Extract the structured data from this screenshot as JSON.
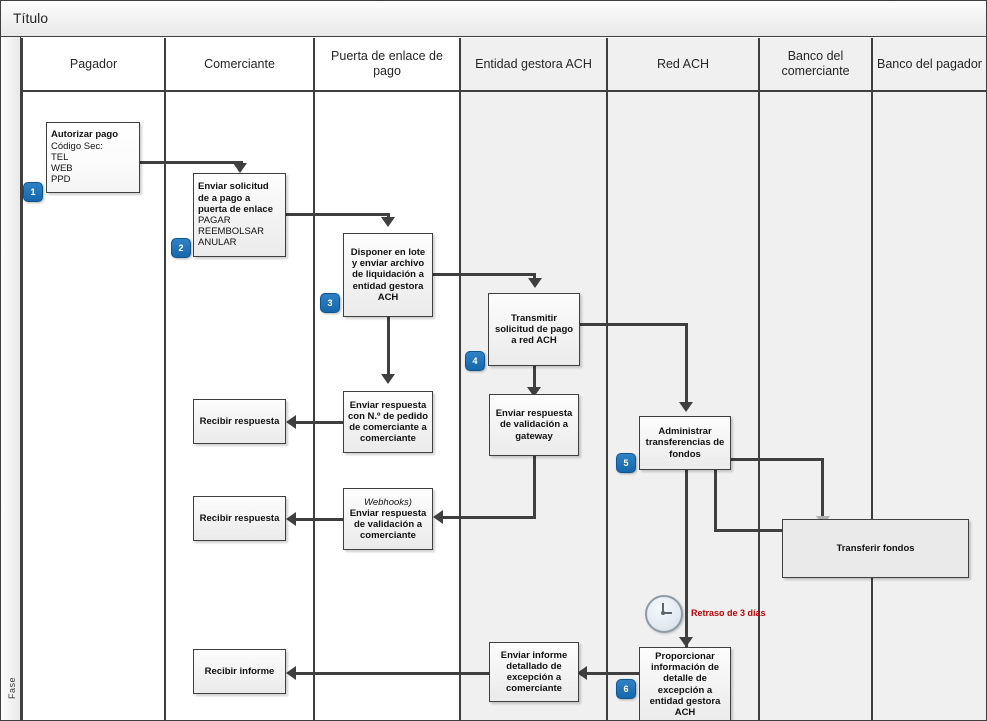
{
  "title": "Título",
  "phase_label": "Fase",
  "colors": {
    "accent": "#1668ac",
    "delay": "#c00000",
    "lane_shade": "#f0f0f0",
    "line": "#3f3f3f"
  },
  "lanes": [
    {
      "id": "pagador",
      "label": "Pagador",
      "shaded": false
    },
    {
      "id": "comerciante",
      "label": "Comerciante",
      "shaded": false
    },
    {
      "id": "puerta-enlace",
      "label": "Puerta de enlace de pago",
      "shaded": false
    },
    {
      "id": "entidad-gestora",
      "label": "Entidad gestora ACH",
      "shaded": true
    },
    {
      "id": "red-ach",
      "label": "Red ACH",
      "shaded": true
    },
    {
      "id": "banco-comerciante",
      "label": "Banco del comerciante",
      "shaded": true
    },
    {
      "id": "banco-pagador",
      "label": "Banco del pagador",
      "shaded": true
    }
  ],
  "nodes": {
    "n1": {
      "title": "Autorizar pago",
      "sub": "Código Sec:",
      "lines": [
        "TEL",
        "WEB",
        "PPD"
      ],
      "badge": "1"
    },
    "n2": {
      "title": "Enviar solicitud de a pago a puerta de enlace",
      "lines": [
        "PAGAR",
        "REEMBOLSAR",
        "ANULAR"
      ],
      "badge": "2"
    },
    "n3": {
      "title": "Disponer en lote y enviar archivo de liquidación a entidad gestora ACH",
      "badge": "3"
    },
    "n4": {
      "title": "Transmitir solicitud de pago a red ACH",
      "badge": "4"
    },
    "n5": {
      "title": "Administrar transferencias de fondos",
      "badge": "5"
    },
    "n6": {
      "title": "Proporcionar información de detalle de excepción a entidad gestora ACH",
      "badge": "6"
    },
    "resp1": {
      "title": "Recibir respuesta"
    },
    "resp2": {
      "title": "Recibir respuesta"
    },
    "pedido": {
      "title": "Enviar respuesta con N.º de pedido de comerciante a comerciante"
    },
    "valgw": {
      "title": "Enviar respuesta de validación a gateway"
    },
    "webhook": {
      "italic": "Webhooks)",
      "title": "Enviar respuesta de validación a comerciante"
    },
    "transferir": {
      "title": "Transferir fondos"
    },
    "informe_recibir": {
      "title": "Recibir informe"
    },
    "informe_enviar": {
      "title": "Enviar informe detallado de excepción a comerciante"
    }
  },
  "annotations": {
    "delay": "Retraso de 3 días",
    "clock_icon": "clock-icon"
  }
}
